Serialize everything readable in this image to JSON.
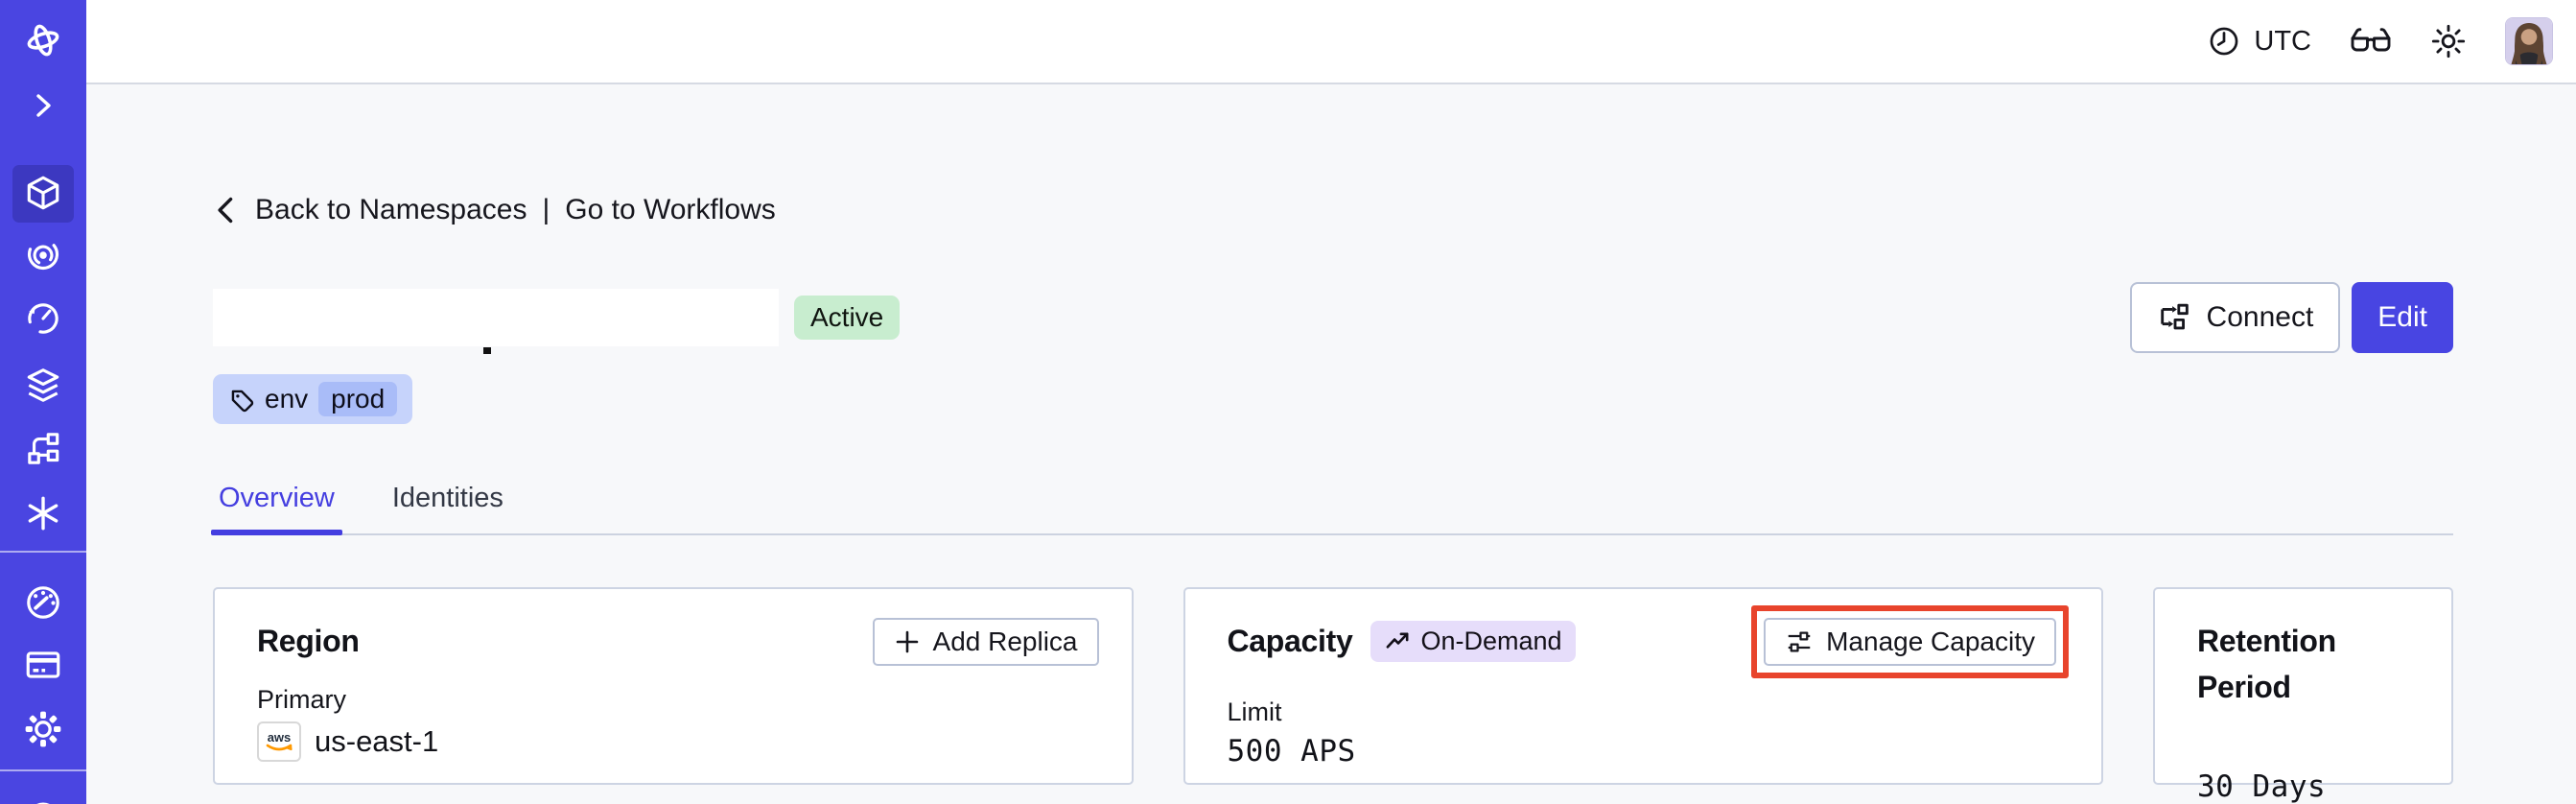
{
  "colors": {
    "accent": "#4845e2",
    "sidebar_bg": "#4a45e1",
    "annotation_highlight": "#e8442c",
    "status_active_bg": "#c8edcf",
    "tag_bg": "#c6d3fb",
    "tag_value_bg": "#a9bcf8",
    "on_demand_badge_bg": "#e6ddfa",
    "page_bg": "#f7f8fa"
  },
  "topbar": {
    "timezone": "UTC",
    "icons": [
      "clock-icon",
      "glasses-icon",
      "sun-icon",
      "avatar"
    ]
  },
  "sidebar": {
    "items": [
      {
        "icon": "temporal-logo"
      },
      {
        "icon": "chevron-right-expand"
      },
      {
        "icon": "namespaces-cube",
        "active": true
      },
      {
        "icon": "spiral"
      },
      {
        "icon": "timer"
      },
      {
        "icon": "layers"
      },
      {
        "icon": "branch"
      },
      {
        "icon": "asterisk"
      },
      {
        "icon": "gauge"
      },
      {
        "icon": "billing-card"
      },
      {
        "icon": "settings-gear"
      },
      {
        "icon": "partial-circle"
      }
    ]
  },
  "breadcrumb": {
    "back_label": "Back to Namespaces",
    "separator": "|",
    "workflows_label": "Go to Workflows"
  },
  "namespace": {
    "status_label": "Active",
    "tag": {
      "key": "env",
      "value": "prod"
    }
  },
  "header_actions": {
    "connect_label": "Connect",
    "edit_label": "Edit"
  },
  "tabs": [
    {
      "label": "Overview",
      "active": true
    },
    {
      "label": "Identities",
      "active": false
    }
  ],
  "cards": {
    "region": {
      "title": "Region",
      "button_label": "Add Replica",
      "field_label": "Primary",
      "provider": "aws",
      "value": "us-east-1"
    },
    "capacity": {
      "title": "Capacity",
      "badge_label": "On-Demand",
      "button_label": "Manage Capacity",
      "field_label": "Limit",
      "value": "500 APS"
    },
    "retention": {
      "title": "Retention Period",
      "value": "30 Days"
    }
  }
}
